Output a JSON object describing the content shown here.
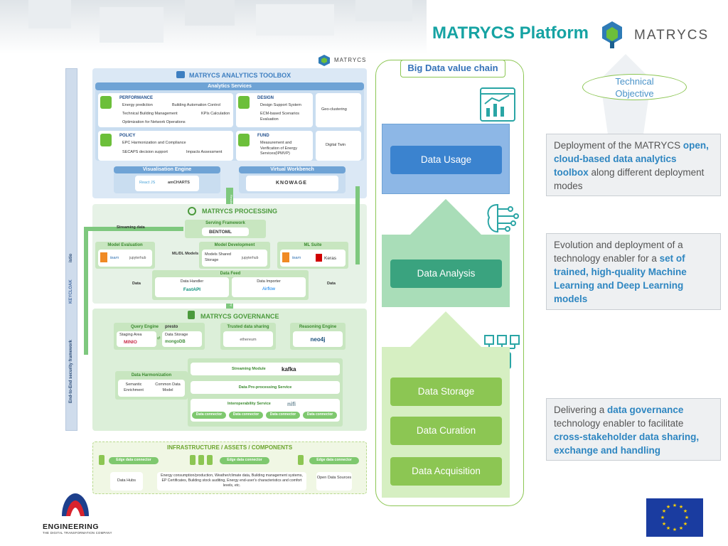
{
  "header": {
    "title": "MATRYCS Platform",
    "logo_text": "MATRYCS",
    "logo_colors": [
      "#2e7bb6",
      "#6cbf3a",
      "#1b5f8f"
    ]
  },
  "diagram": {
    "top_logo_text": "MATRYCS",
    "side_strip": {
      "label": "End-to-End security framework",
      "brands": [
        "KEYCLOAK",
        "istio"
      ]
    },
    "toolbox": {
      "title": "MATRYCS ANALYTICS TOOLBOX",
      "services_label": "Analytics Services",
      "performance": {
        "heading": "PERFORMANCE",
        "items": [
          "Energy prediction",
          "Building Automation Control",
          "Technical Building Management",
          "KPIs Calculation",
          "Optimization for Network Operations"
        ]
      },
      "design": {
        "heading": "DESIGN",
        "items": [
          "Design Support System",
          "ECM-based Scenarios Evaluation"
        ]
      },
      "geo": "Geo-clustering",
      "policy": {
        "heading": "POLICY",
        "items": [
          "EPC Harmonization and Compliance",
          "SECAPS decision support",
          "Impacts Assessment"
        ]
      },
      "fund": {
        "heading": "FUND",
        "items": [
          "Measurement and Verification of Energy Services(IPMVP)"
        ]
      },
      "twin": "Digital Twin",
      "visualisation": {
        "label": "Visualisation Engine",
        "brands": [
          "React JS",
          "amCHARTS"
        ]
      },
      "workbench": {
        "label": "Virtual Workbench",
        "brand": "KNOWAGE"
      }
    },
    "processing": {
      "title": "MATRYCS PROCESSING",
      "streaming_data": "Streaming data",
      "serving": {
        "label": "Serving Framework",
        "brand": "BENTOML"
      },
      "model_eval": "Model Evaluation",
      "model_dev": "Model Development",
      "models_shared": "Models Shared Storage",
      "ml_suite": "ML Suite",
      "keras": "Keras",
      "ml_dl": "ML/DL Models",
      "feed": "Data Feed",
      "handler": "Data Handler",
      "fastapi": "FastAPI",
      "importer": "Data Importer",
      "airflow": "Airflow",
      "data_left": "Data",
      "data_right": "Data",
      "results": "Results",
      "query_tag": "Query",
      "sklearn": "learn",
      "jupyter": "jupyterhub"
    },
    "governance": {
      "title": "MATRYCS GOVERNANCE",
      "query_engine": "Query Engine",
      "presto": "presto",
      "staging": "Staging Area",
      "minio": "MINIO",
      "data_storage": "Data Storage",
      "mongo": "mongoDB",
      "trusted": "Trusted data sharing",
      "ethereum": "ethereum",
      "reasoning": "Reasoning Engine",
      "neo4j": "neo4j",
      "harmonization": "Data Harmonization",
      "semantic": "Semantic Enrichment",
      "common": "Common Data Model",
      "streaming_module": "Streaming Module",
      "kafka": "kafka",
      "preprocessing": "Data Pre-processing Service",
      "interop": "Interoperability Service",
      "nifi": "nifi",
      "connectors": [
        "Data connector",
        "Data connector",
        "Data connector",
        "Data connector"
      ]
    },
    "infra": {
      "title": "INFRASTRUCTURE / ASSETS / COMPONENTS",
      "edge1": "Edge data connector",
      "edge2": "Edge data connector",
      "edge3": "Edge data connector",
      "hubs": "Data Hubs",
      "sources_desc": "Energy consumption/production, Weather/climate data, Building management systems, EP Certificates, Building stock auditing, Energy end-user's characteristics and comfort levels, etc.",
      "open": "Open Data Sources"
    }
  },
  "value_chain": {
    "label": "Big Data value chain",
    "stages": [
      "Data Usage",
      "Data Analysis",
      "Data Storage",
      "Data Curation",
      "Data Acquisition"
    ]
  },
  "objective": {
    "label_line1": "Technical",
    "label_line2": "Objective",
    "box1": {
      "pre": "Deployment of the MATRYCS ",
      "hl": "open, cloud-based data analytics toolbox",
      "post": " along different deployment modes"
    },
    "box2": {
      "pre": "Evolution and deployment of a technology enabler for a ",
      "hl": "set of trained, high-quality Machine Learning and Deep Learning models",
      "post": ""
    },
    "box3": {
      "pre": "Delivering a ",
      "hl": "data governance",
      "mid": " technology enabler to facilitate ",
      "hl2": "cross-stakeholder data sharing, exchange and handling"
    }
  },
  "footer": {
    "company": "ENGINEERING",
    "tagline": "THE DIGITAL TRANSFORMATION COMPANY"
  }
}
